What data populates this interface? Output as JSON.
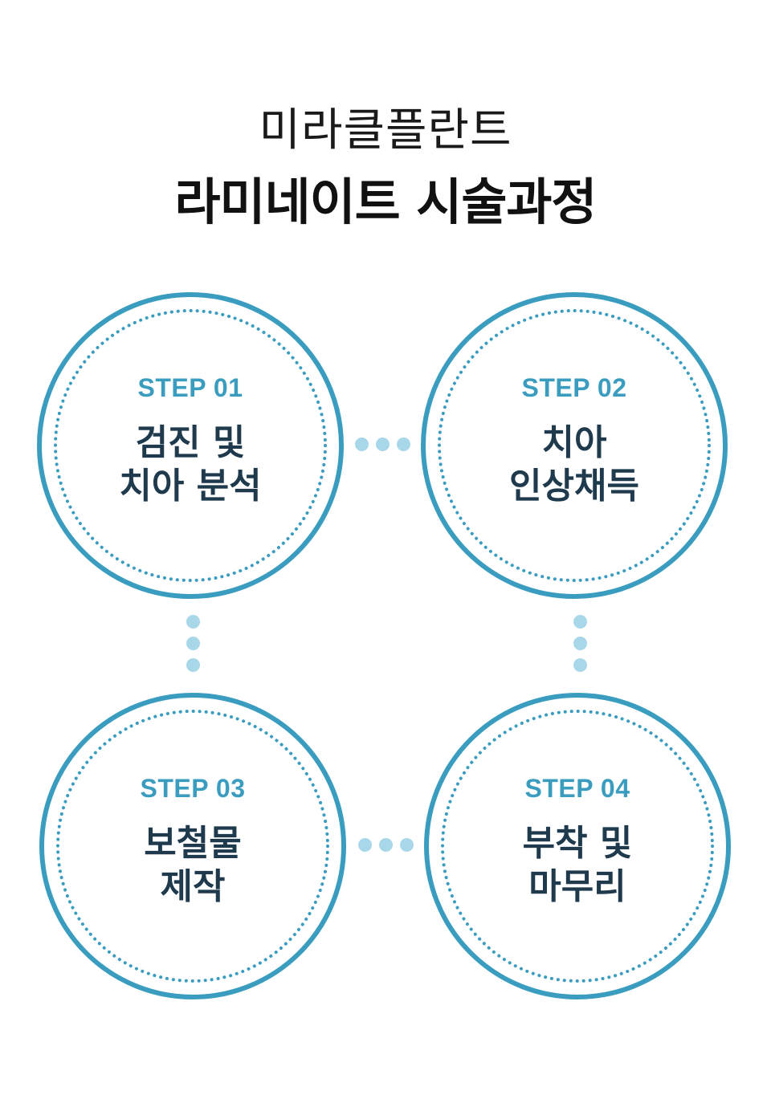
{
  "header": {
    "title_line1": "미라클플란트",
    "title_line2": "라미네이트 시술과정"
  },
  "colors": {
    "ring": "#3a9dbf",
    "dotted_ring": "#3a9dbf",
    "step_label": "#3a9dbf",
    "step_text": "#1e3a4c",
    "connector_dot": "#a8d7ea"
  },
  "steps": [
    {
      "label": "STEP 01",
      "line1": "검진 및",
      "line2": "치아 분석"
    },
    {
      "label": "STEP 02",
      "line1": "치아",
      "line2": "인상채득"
    },
    {
      "label": "STEP 03",
      "line1": "보철물",
      "line2": "제작"
    },
    {
      "label": "STEP 04",
      "line1": "부착 및",
      "line2": "마무리"
    }
  ]
}
